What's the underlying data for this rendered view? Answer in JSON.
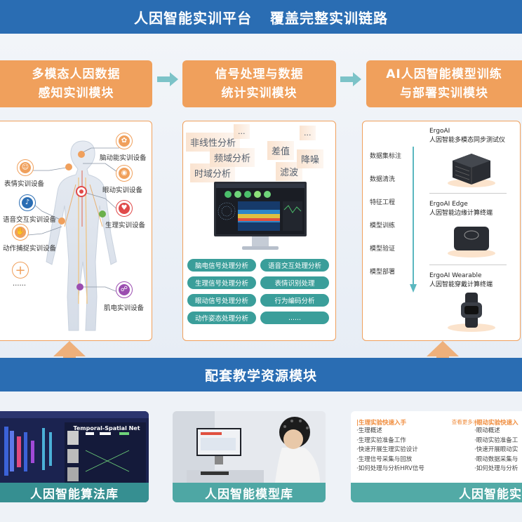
{
  "header": {
    "title": "人因智能实训平台",
    "subtitle": "覆盖完整实训链路"
  },
  "modules": [
    {
      "line1": "多模态人因数据",
      "line2": "感知实训模块"
    },
    {
      "line1": "信号处理与数据",
      "line2": "统计实训模块"
    },
    {
      "line1": "AI人因智能模型训练",
      "line2": "与部署实训模块"
    }
  ],
  "sensing": {
    "devices": {
      "brain": "脑动能实训设备",
      "expression": "表情实训设备",
      "eye": "眼动实训设备",
      "voice": "语音交互实训设备",
      "physio": "生理实训设备",
      "motion": "动作捕捉实训设备",
      "more": "……",
      "emg": "肌电实训设备"
    },
    "icons": {
      "brain": "brain-icon",
      "expression": "smile-icon",
      "eye": "eye-icon",
      "voice": "microphone-icon",
      "physio": "heart-pulse-icon",
      "motion": "hand-icon",
      "more": "plus-icon",
      "emg": "muscle-icon"
    }
  },
  "processing": {
    "keywords": [
      "非线性分析",
      "频域分析",
      "时域分析",
      "差值",
      "降噪",
      "滤波",
      "...",
      "..."
    ],
    "buttons": [
      "脑电信号处理分析",
      "语音交互处理分析",
      "生理信号处理分析",
      "表情识别处理",
      "眼动信号处理分析",
      "行为编码分析",
      "动作姿态处理分析",
      "......"
    ]
  },
  "training": {
    "steps": [
      "数据集标注",
      "数据清洗",
      "特征工程",
      "模型训练",
      "模型验证",
      "模型部署"
    ],
    "products": [
      {
        "name": "ErgoAI",
        "desc": "人因智能多模态同步测试仪"
      },
      {
        "name": "ErgoAI Edge",
        "desc": "人因智能边缘计算终端"
      },
      {
        "name": "ErgoAI Wearable",
        "desc": "人因智能穿戴计算终端"
      }
    ]
  },
  "support": {
    "title": "配套教学资源模块"
  },
  "resources": [
    {
      "label": "人因智能算法库",
      "chart_title": "Temporal-Spatial Net"
    },
    {
      "label": "人因智能模型库"
    },
    {
      "label": "人因智能实"
    }
  ],
  "docs": {
    "col1": {
      "title": "|生理实验快速入手",
      "more": "查看更多>",
      "items": [
        "·生理概述",
        "·生理实验准备工作",
        "·快速开展生理实验设计",
        "·生理信号采集与回放",
        "·如何处理与分析HRV信号"
      ]
    },
    "col2": {
      "title": "|眼动实验快速入",
      "items": [
        "·眼动概述",
        "·眼动实验准备工",
        "·快速开展眼动实",
        "·眼动数据采集与",
        "·如何处理与分析"
      ]
    }
  },
  "colors": {
    "banner": "#2a6db3",
    "orange": "#f0a05c",
    "teal": "#3a9e9a",
    "arrow": "#5bb8c0"
  }
}
